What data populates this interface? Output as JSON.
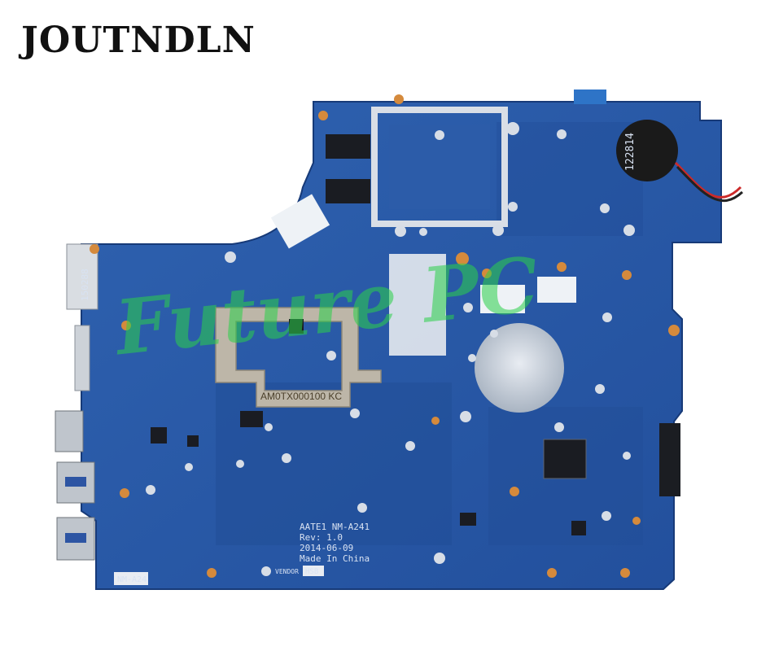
{
  "brand": {
    "name": "JOUTNDLN"
  },
  "watermark": {
    "text": "Future PC"
  },
  "board_labels": {
    "heatsink_label": "AM0TX000100  KC",
    "model_line1": "AATE1  NM-A241",
    "model_line2": "Rev: 1.0",
    "model_line3": "2014-06-09",
    "model_line4": "Made In China",
    "corner_label": "NM-A24",
    "vendor_label": "VENDOR",
    "vendor_code": "HSB",
    "battery_label": "122814",
    "port_label": "150288"
  },
  "colors": {
    "pcb": "#2a5aa8",
    "pcb_dark": "#1d4590",
    "heatsink": "#b9b3a6",
    "chip": "#1a1c22",
    "pad": "#d0d7df",
    "watermark": "#2bd14a"
  }
}
